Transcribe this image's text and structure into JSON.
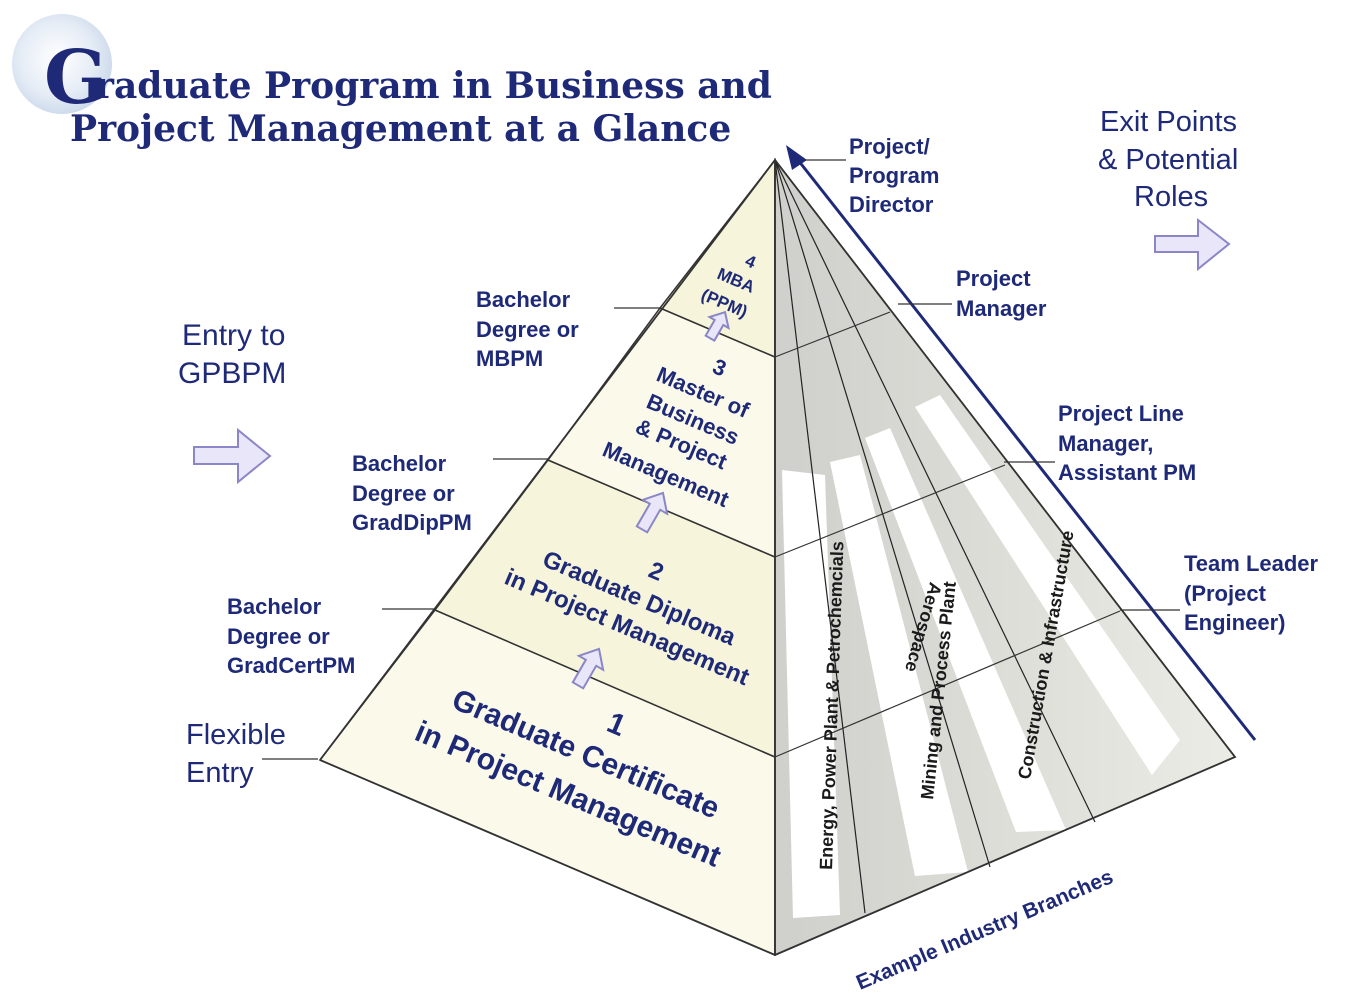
{
  "title": {
    "cap": "G",
    "line1_rest": "raduate Program in Business and",
    "line2": "Project Management at a Glance"
  },
  "entry": {
    "heading_line1": "Entry to",
    "heading_line2": "GPBPM",
    "flexible_line1": "Flexible",
    "flexible_line2": "Entry"
  },
  "exit": {
    "line1": "Exit Points",
    "line2": "& Potential",
    "line3": "Roles"
  },
  "entry_requirements": [
    {
      "line1": "Bachelor",
      "line2": "Degree or",
      "line3": "MBPM"
    },
    {
      "line1": "Bachelor",
      "line2": "Degree or",
      "line3": "GradDipPM"
    },
    {
      "line1": "Bachelor",
      "line2": "Degree or",
      "line3": "GradCertPM"
    }
  ],
  "tiers": [
    {
      "number": "1",
      "line1": "Graduate Certificate",
      "line2": "in Project Management"
    },
    {
      "number": "2",
      "line1": "Graduate Diploma",
      "line2": "in Project Management"
    },
    {
      "number": "3",
      "line1": "Master of",
      "line2": "Business",
      "line3": "& Project",
      "line4": "Management"
    },
    {
      "number": "4",
      "line1": "MBA",
      "line2": "(PPM)"
    }
  ],
  "roles": [
    {
      "line1": "Project/",
      "line2": "Program",
      "line3": "Director"
    },
    {
      "line1": "Project",
      "line2": "Manager"
    },
    {
      "line1": "Project Line",
      "line2": "Manager,",
      "line3": "Assistant PM"
    },
    {
      "line1": "Team Leader",
      "line2": "(Project",
      "line3": "Engineer)"
    }
  ],
  "branches": [
    "Energy, Power Plant & Petrochemcials",
    "Mining and Process Plant",
    "Construction & Infrastructure",
    "Aerospace"
  ],
  "industry_caption": "Example Industry Branches",
  "colors": {
    "navy": "#1e2a78",
    "arrow_fill": "#e8e6f8",
    "arrow_stroke": "#8a86c8",
    "left_face": "#fbfaea",
    "right_face": "#d9d9d5",
    "title_circle": "#dce6f2"
  }
}
